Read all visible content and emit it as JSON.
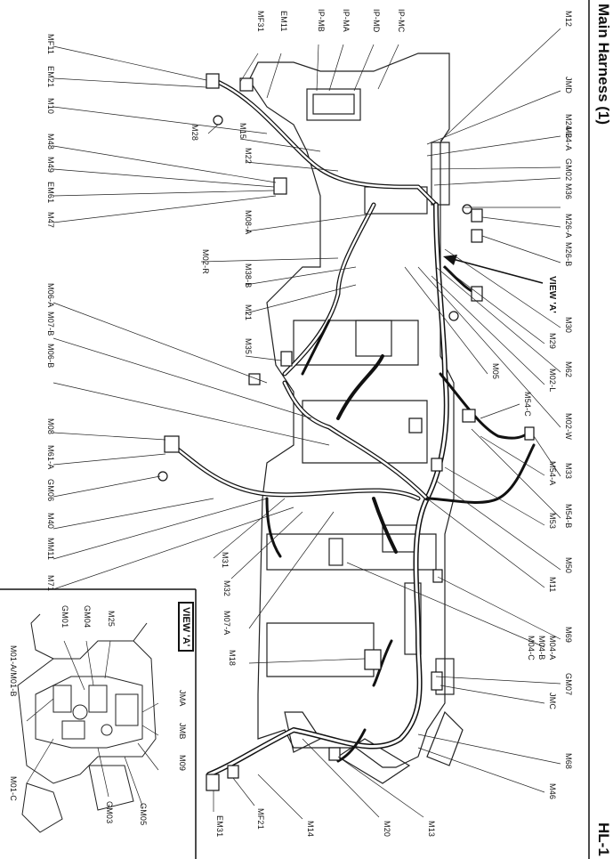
{
  "page": {
    "title": "Main Harness (1)",
    "code": "HL-1"
  },
  "view_marker": "VIEW 'A'",
  "inset": {
    "title": "VIEW 'A'",
    "labels": [
      "M25",
      "GM04",
      "GM01",
      "M01-A/M01-B",
      "JMA",
      "JMB",
      "M09",
      "M01-C",
      "GM03",
      "GM05"
    ]
  },
  "connectors": {
    "right_row": [
      "M12",
      "JMD",
      "M24-B",
      "M24-A",
      "GM02",
      "M36",
      "M26-A",
      "M26-B",
      "M30",
      "M29",
      "M62",
      "M02-L",
      "M02-W",
      "M05",
      "M33",
      "M54-C",
      "M54-A",
      "M54-B",
      "M53",
      "M50",
      "M11",
      "M69",
      "M04-A",
      "M04-B",
      "M04-C",
      "GM07",
      "JMC",
      "M68",
      "M46",
      "M13",
      "M20",
      "M14",
      "MF21",
      "EM31"
    ],
    "left_row": [
      "MF11",
      "EM21",
      "M10",
      "M48",
      "M49",
      "EM61",
      "M47",
      "M06-A",
      "M07-B",
      "M06-B",
      "M08",
      "M61-A",
      "GM06",
      "M40",
      "MM11",
      "M71"
    ],
    "top_row": [
      "MF31",
      "EM11",
      "IP-MB",
      "IP-MA",
      "IP-MD",
      "IP-MC",
      "M15",
      "M28",
      "M22",
      "M08-A",
      "M02-R",
      "M38-B",
      "M21",
      "M35",
      "M31",
      "M32",
      "M07-A",
      "M18"
    ]
  }
}
